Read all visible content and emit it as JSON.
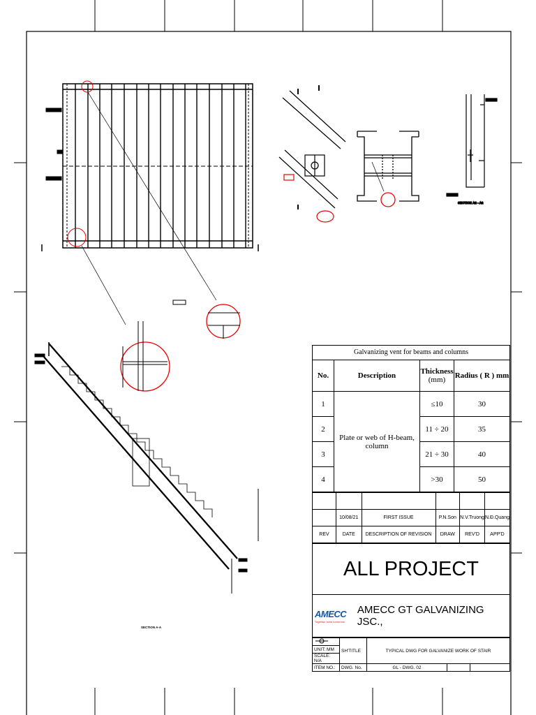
{
  "vent_table": {
    "title": "Galvanizing vent for beams and columns",
    "headers": {
      "no": "No.",
      "description": "Description",
      "thickness_1": "Thickness",
      "thickness_2": "(mm)",
      "radius": "Radius ( R ) mm"
    },
    "description": "Plate or web of H-beam, column",
    "rows": [
      {
        "no": "1",
        "thickness": "≤10",
        "radius": "30"
      },
      {
        "no": "2",
        "thickness": "11 ÷ 20",
        "radius": "35"
      },
      {
        "no": "3",
        "thickness": "21 ÷ 30",
        "radius": "40"
      },
      {
        "no": "4",
        "thickness": ">30",
        "radius": "50"
      }
    ]
  },
  "revision": {
    "row": {
      "date": "10/08/21",
      "description": "FIRST ISSUE",
      "draw": "P.N.Son",
      "revd": "N.V.Truong",
      "appd": "N.Đ.Quang"
    },
    "headers": {
      "rev": "REV",
      "date": "DATE",
      "description": "DESCRIPTION OF REVISION",
      "draw": "DRAW",
      "revd": "REV'D",
      "appd": "APP'D"
    }
  },
  "project_title": "ALL PROJECT",
  "company": {
    "logo_text": "AMECC",
    "logo_tagline": "Together build tomorrow",
    "name": "AMECC GT GALVANIZING JSC.,"
  },
  "info": {
    "unit": "UNIT: MM",
    "scale": "SCALE: N/A",
    "item_no": "ITEM NO.:",
    "sh_title_label": "SH'TITLE",
    "sh_title_value": "TYPICAL DWG FOR GALVANIZE WORK OF STAIR",
    "dwg_no_label": "DWG. No.",
    "dwg_no_value": "GL - DWG. 02"
  },
  "drawing_labels": {
    "section_aa": "SECTION A-A",
    "section_a2": "SECTION A2 - A2"
  }
}
